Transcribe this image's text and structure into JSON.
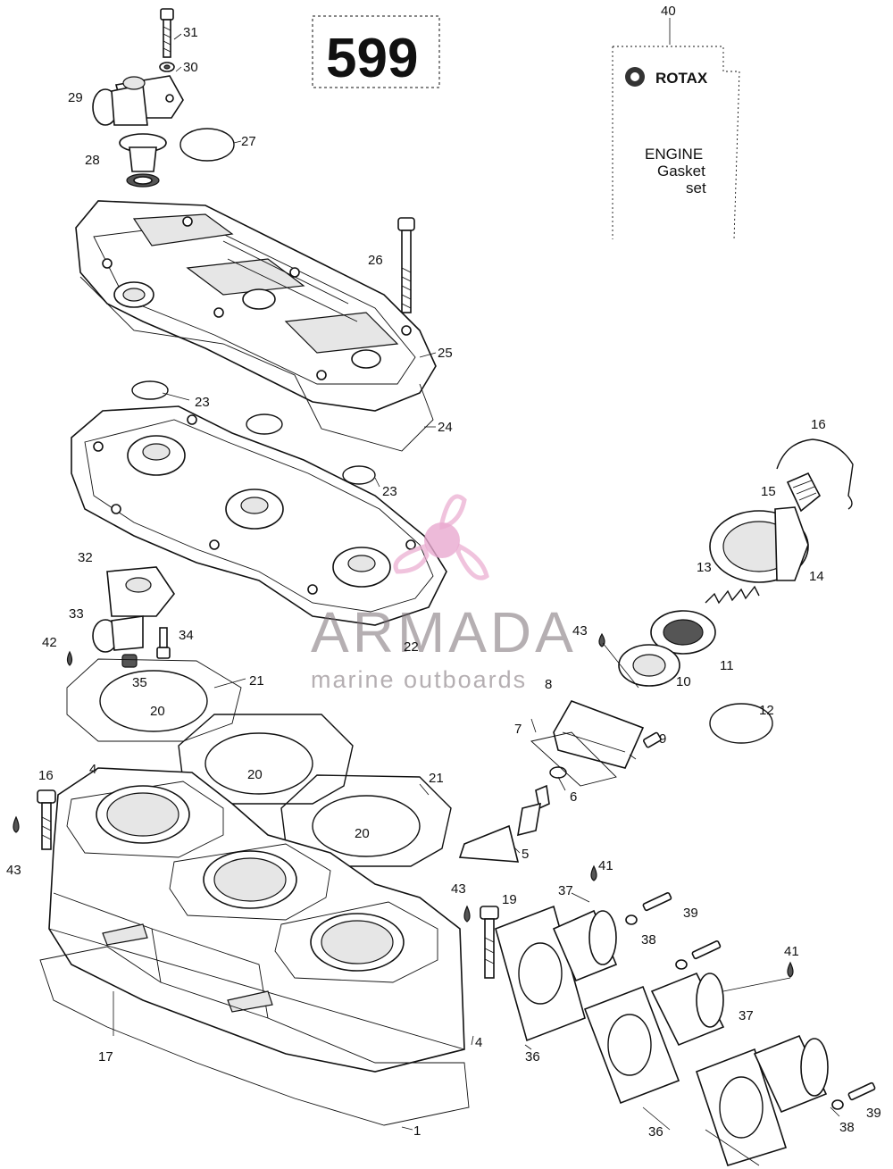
{
  "page_number": "599",
  "kit_box": {
    "brand": "ROTAX",
    "line1": "ENGINE",
    "line2": "Gasket",
    "line3": "set"
  },
  "watermark": {
    "title": "ARMADA",
    "subtitle": "marine outboards",
    "accent_color": "#e9a9cf"
  },
  "callouts": [
    "31",
    "30",
    "29",
    "28",
    "27",
    "26",
    "25",
    "23",
    "24",
    "23",
    "16",
    "15",
    "14",
    "13",
    "32",
    "33",
    "34",
    "42",
    "35",
    "22",
    "43",
    "11",
    "10",
    "12",
    "8",
    "9",
    "21",
    "20",
    "7",
    "6",
    "4",
    "16",
    "20",
    "21",
    "20",
    "43",
    "5",
    "41",
    "37",
    "43",
    "19",
    "39",
    "38",
    "41",
    "37",
    "17",
    "4",
    "36",
    "36",
    "38",
    "39",
    "1",
    "40"
  ]
}
